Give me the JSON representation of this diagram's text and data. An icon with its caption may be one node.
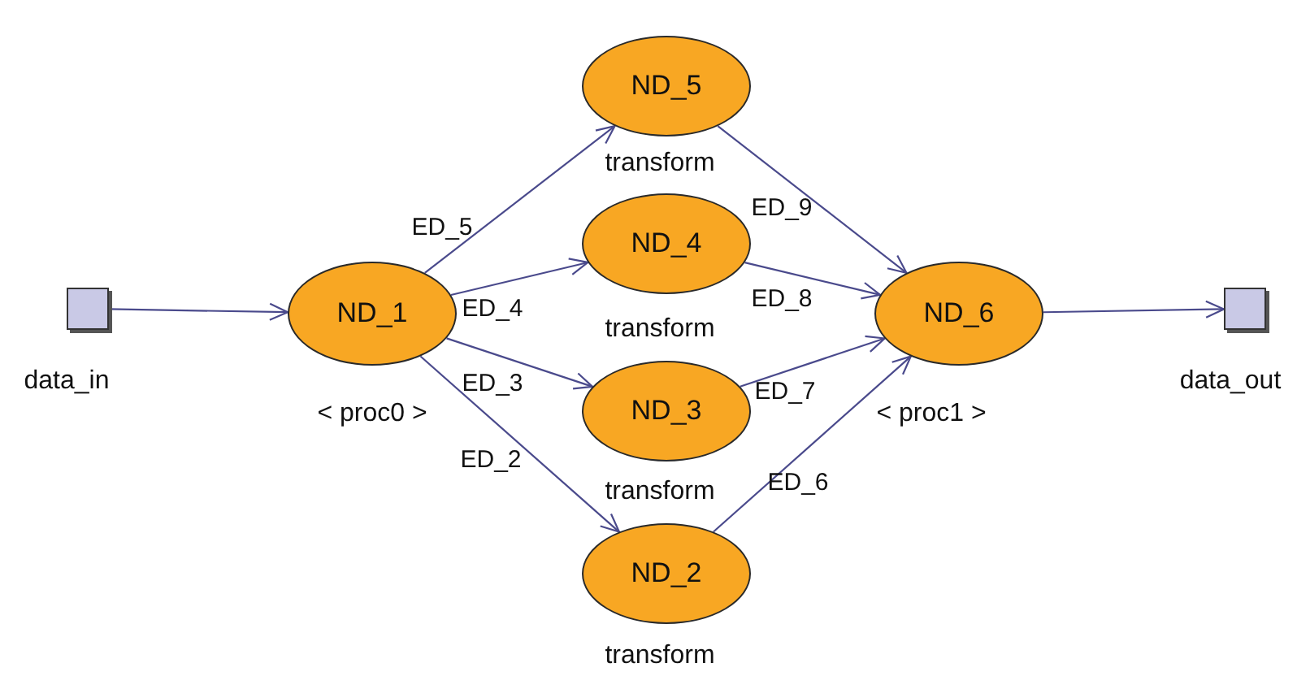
{
  "diagram": {
    "nodes": [
      {
        "text": [],
        "shape": "box",
        "beside": [
          "data_in"
        ]
      },
      {
        "text": [
          "ND_1"
        ],
        "beside": [
          "< proc0 >"
        ]
      },
      {
        "text": [
          "ND_5"
        ],
        "beside": [
          "transform"
        ]
      },
      {
        "text": [
          "ND_4"
        ],
        "beside": [
          "transform"
        ]
      },
      {
        "text": [
          "ND_3"
        ],
        "beside": [
          "transform"
        ]
      },
      {
        "text": [
          "ND_2"
        ],
        "beside": [
          "transform"
        ]
      },
      {
        "text": [
          "ND_6"
        ],
        "beside": [
          "< proc1 >"
        ]
      },
      {
        "text": [],
        "shape": "box",
        "beside": [
          "data_out"
        ]
      }
    ],
    "edges": [
      {
        "from": 0,
        "to": 1,
        "arrow": "to"
      },
      {
        "from": 1,
        "to": 2,
        "arrow": "to",
        "label": "ED_5"
      },
      {
        "from": 1,
        "to": 3,
        "arrow": "to",
        "label": "ED_4"
      },
      {
        "from": 1,
        "to": 4,
        "arrow": "to",
        "label": "ED_3"
      },
      {
        "from": 1,
        "to": 5,
        "arrow": "to",
        "label": "ED_2"
      },
      {
        "from": 2,
        "to": 6,
        "arrow": "to",
        "label": "ED_9"
      },
      {
        "from": 3,
        "to": 6,
        "arrow": "to",
        "label": "ED_8"
      },
      {
        "from": 4,
        "to": 6,
        "arrow": "to",
        "label": "ED_7"
      },
      {
        "from": 5,
        "to": 6,
        "arrow": "to",
        "label": "ED_6"
      },
      {
        "from": 6,
        "to": 7,
        "arrow": "to"
      }
    ]
  }
}
